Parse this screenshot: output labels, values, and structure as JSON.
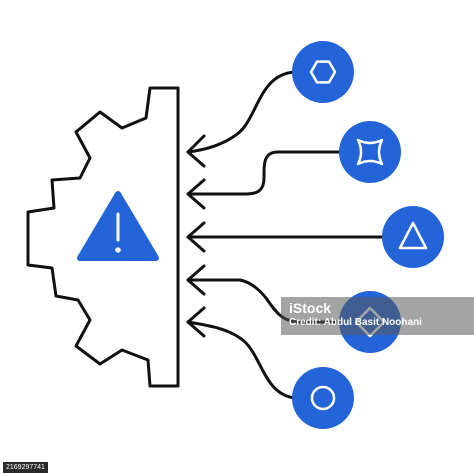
{
  "colors": {
    "accent": "#2464d9",
    "stroke": "#111111",
    "background": "#ffffff"
  },
  "diagram": {
    "center": {
      "shape": "half-gear",
      "badge_icon": "warning-triangle-icon"
    },
    "inputs": [
      {
        "icon": "hexagon-icon",
        "connector": "curved-arrow"
      },
      {
        "icon": "four-point-star-icon",
        "connector": "stepped-arrow"
      },
      {
        "icon": "triangle-icon",
        "connector": "straight-arrow"
      },
      {
        "icon": "diamond-icon",
        "connector": "stepped-arrow"
      },
      {
        "icon": "circle-icon",
        "connector": "curved-arrow"
      }
    ]
  },
  "watermark": {
    "brand": "iStock",
    "credit": "Credit: Abdul Basit Noohani"
  },
  "stock_id": "2169297741"
}
